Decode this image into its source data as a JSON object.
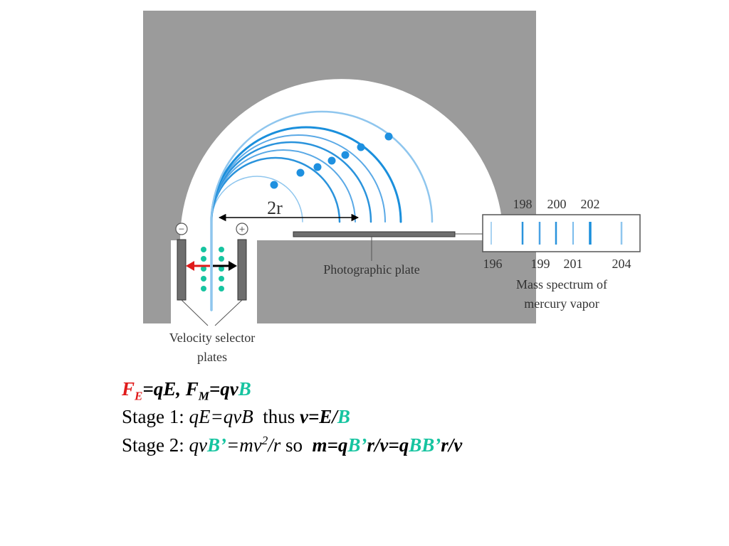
{
  "diagram": {
    "radius_label": "2r",
    "plate_label": "Photographic plate",
    "selector_label_line1": "Velocity selector",
    "selector_label_line2": "plates",
    "spectrum_caption_line1": "Mass spectrum of",
    "spectrum_caption_line2": "mercury vapor",
    "minus_symbol": "−",
    "plus_symbol": "+",
    "mass_labels_top": [
      "198",
      "200",
      "202"
    ],
    "mass_labels_bottom": [
      "196",
      "199",
      "201",
      "204"
    ],
    "colors": {
      "background_gray": "#9b9b9b",
      "beam_blue": "#1a8fdc",
      "dot_blue": "#1e90e0",
      "dot_green": "#16c4a0",
      "electric_arrow": "#e01b1b",
      "magnetic_arrow": "#000000",
      "plate_fill": "#6e6e6e"
    }
  },
  "equations": {
    "line1": {
      "f": "F",
      "sub_e": "E",
      "eq1": "=qE, ",
      "f2": "F",
      "sub_m": "M",
      "eq2": "=qv",
      "b": "B"
    },
    "line2": {
      "prefix": "Stage 1: ",
      "expr": "qE=qvB",
      "thus": "thus ",
      "result": "v=E/",
      "b": "B"
    },
    "line3": {
      "prefix": "Stage 2: ",
      "qv": "qv",
      "bprime": "B’",
      "mv": "=mv",
      "sup2": "2",
      "r": "/r",
      "so": " so ",
      "m": "m=q",
      "bprime2": "B’",
      "rv": "r/v=q",
      "b": "B",
      "bprime3": "B’",
      "rv2": "r/v"
    }
  }
}
